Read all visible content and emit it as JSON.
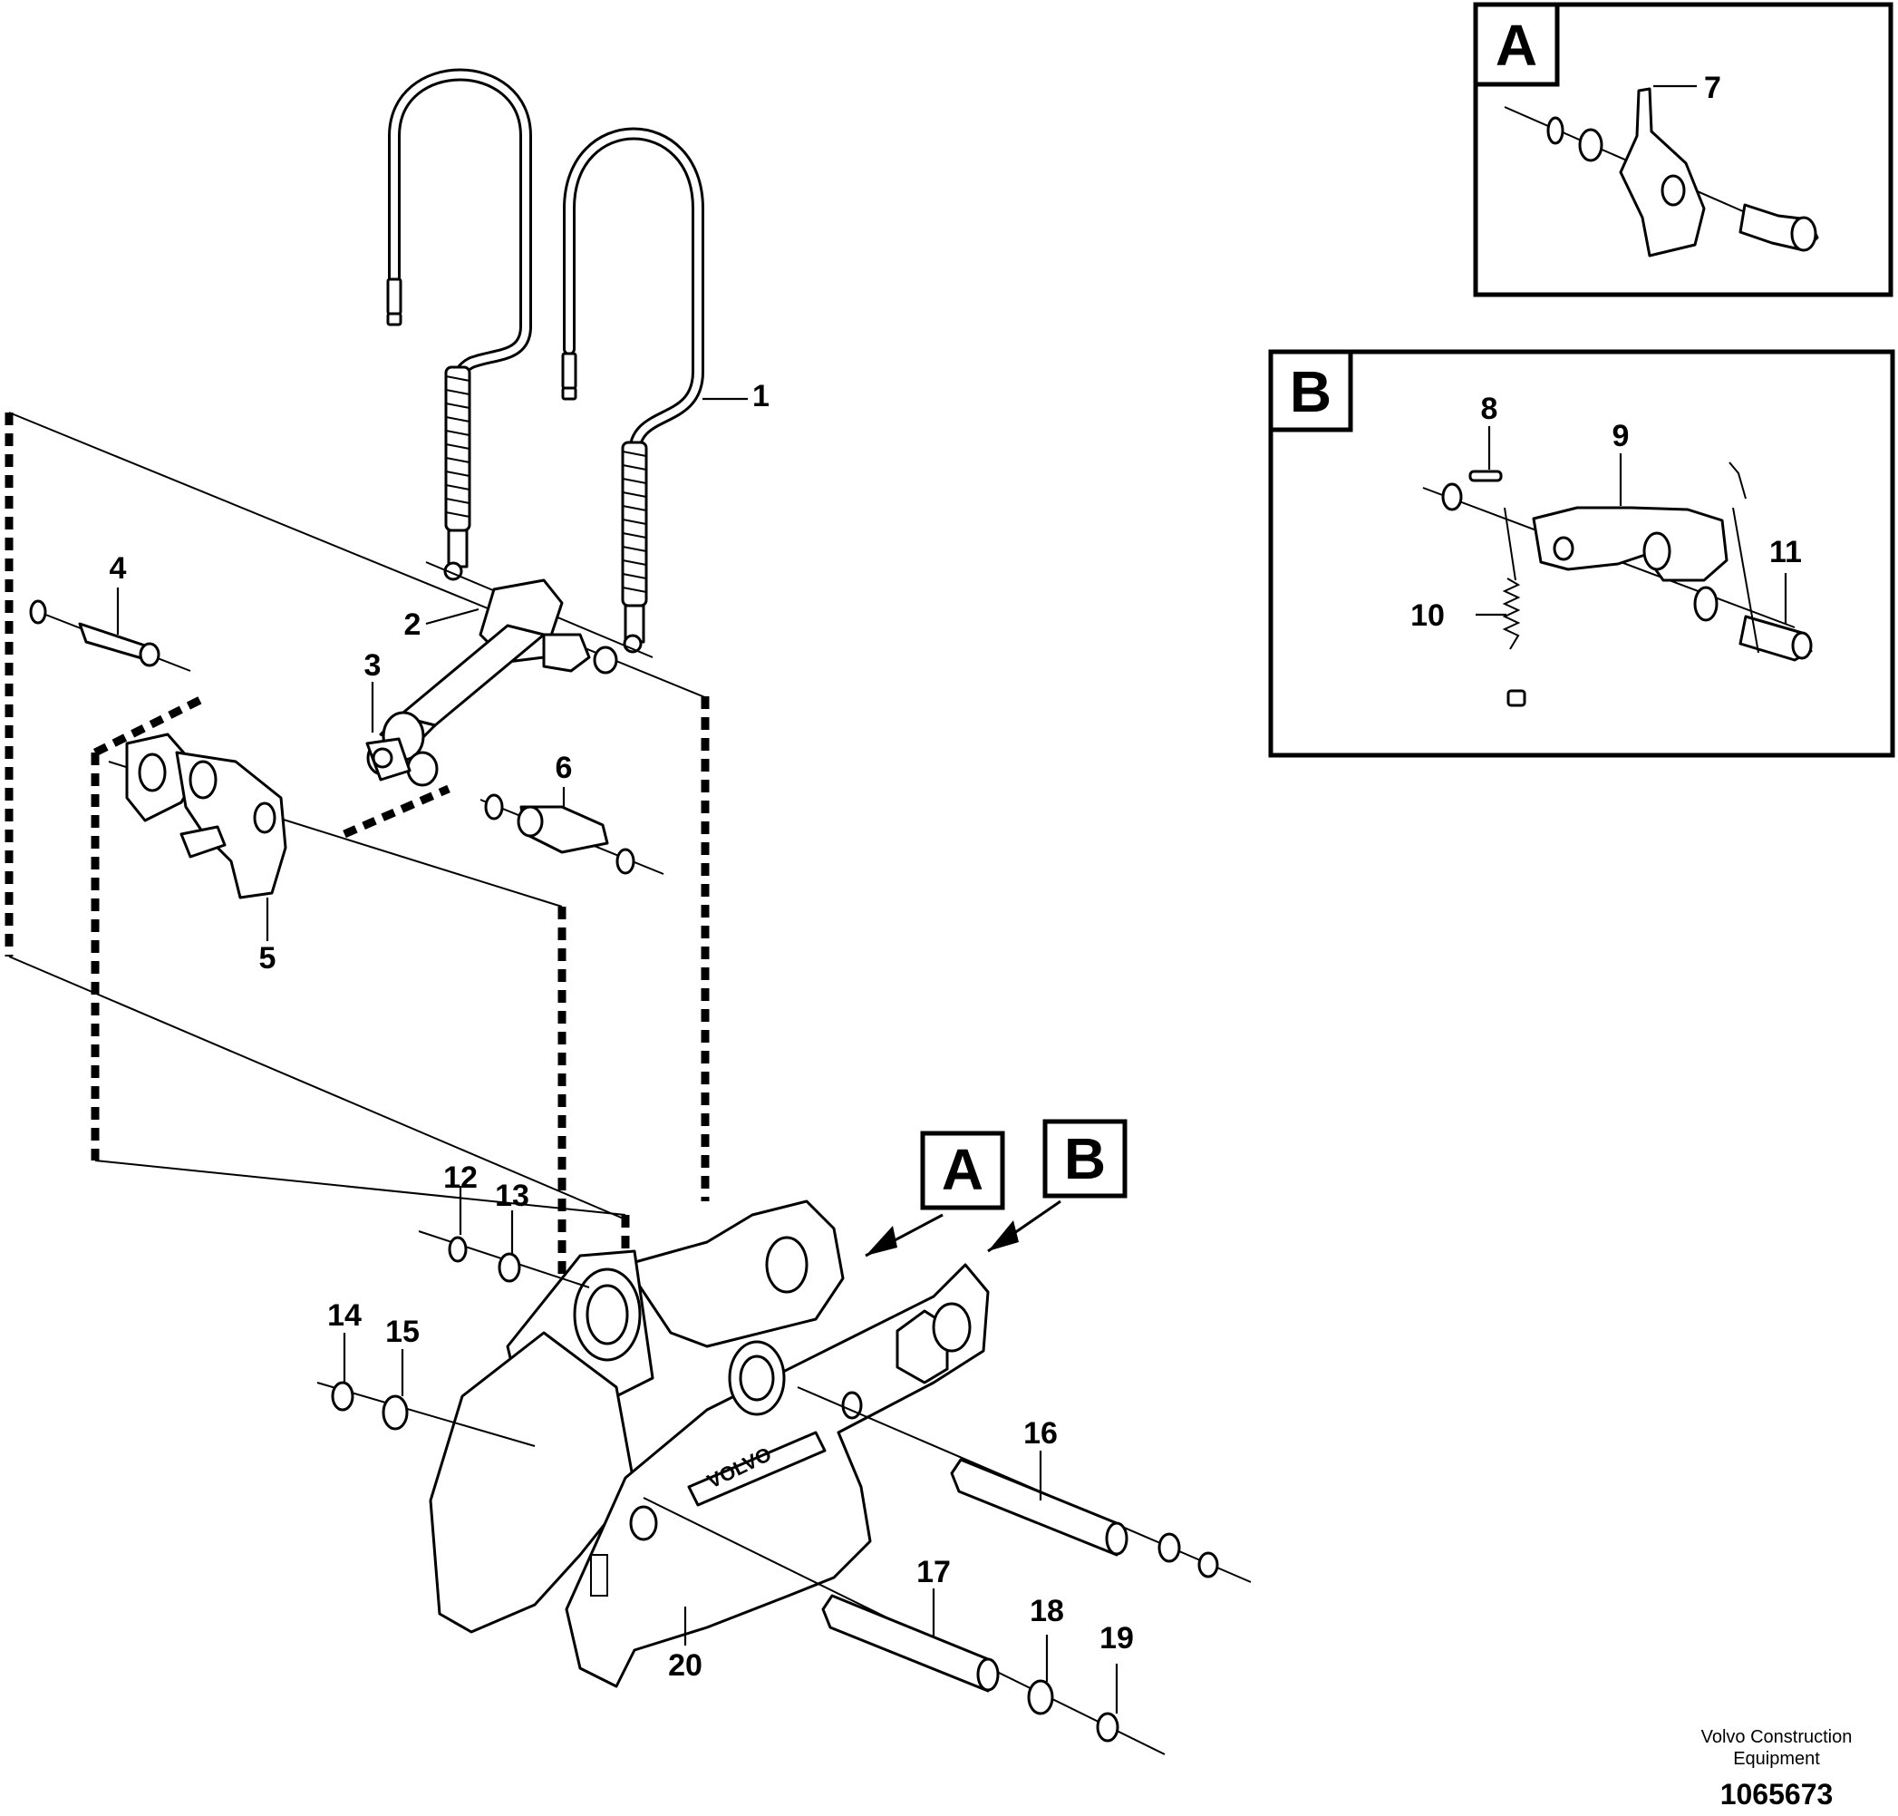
{
  "callouts": {
    "p1": "1",
    "p2": "2",
    "p3": "3",
    "p4": "4",
    "p5": "5",
    "p6": "6",
    "p7": "7",
    "p8": "8",
    "p9": "9",
    "p10": "10",
    "p11": "11",
    "p12": "12",
    "p13": "13",
    "p14": "14",
    "p15": "15",
    "p16": "16",
    "p17": "17",
    "p18": "18",
    "p19": "19",
    "p20": "20"
  },
  "detail_boxes": {
    "a": "A",
    "b": "B"
  },
  "view_flags": {
    "a": "A",
    "b": "B"
  },
  "logo_text": "VOLVO",
  "footer": {
    "brand_line1": "Volvo Construction",
    "brand_line2": "Equipment",
    "drawing_number": "1065673"
  }
}
